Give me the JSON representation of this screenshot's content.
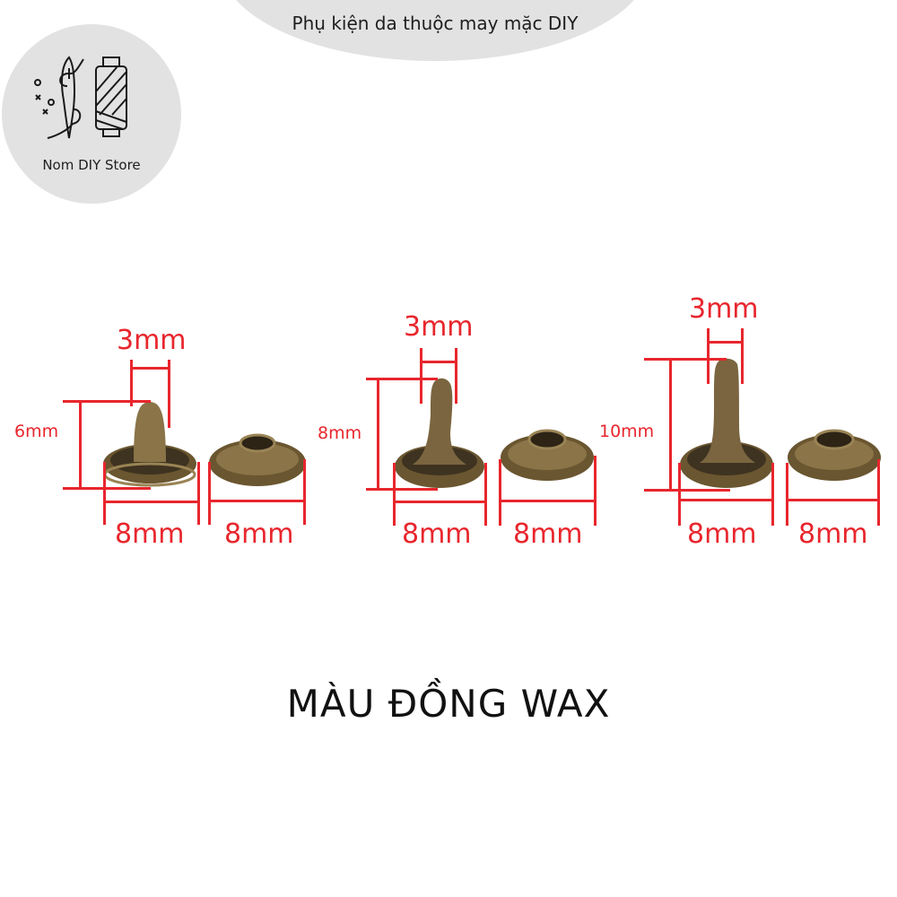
{
  "header": {
    "title": "Phụ kiện da thuộc may mặc DIY",
    "background": "#e2e2e2"
  },
  "logo": {
    "name": "Nom DIY Store",
    "icons": [
      "needle-thread-icon",
      "thread-spool-icon"
    ]
  },
  "colors": {
    "dimension_red": "#e8262d",
    "bronze": "#6e5a36"
  },
  "rivets": [
    {
      "width_top": "3mm",
      "height": "6mm",
      "cap_width": "8mm",
      "base_width": "8mm"
    },
    {
      "width_top": "3mm",
      "height": "8mm",
      "cap_width": "8mm",
      "base_width": "8mm"
    },
    {
      "width_top": "3mm",
      "height": "10mm",
      "cap_width": "8mm",
      "base_width": "8mm"
    }
  ],
  "caption": "MÀU ĐỒNG WAX"
}
